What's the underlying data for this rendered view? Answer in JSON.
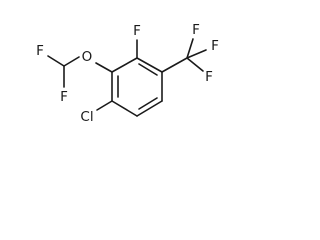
{
  "molecule": {
    "atoms": [
      {
        "id": "F_top",
        "label": "F"
      },
      {
        "id": "F_ra",
        "label": "F"
      },
      {
        "id": "F_rb",
        "label": "F"
      },
      {
        "id": "F_rc",
        "label": "F"
      },
      {
        "id": "F_la",
        "label": "F"
      },
      {
        "id": "F_lb",
        "label": "F"
      },
      {
        "id": "O",
        "label": "O"
      },
      {
        "id": "Cl",
        "label": "Cl"
      }
    ]
  },
  "colors": {
    "bond": "#1a1a1a",
    "label": "#1a1a1a",
    "background": "#ffffff"
  }
}
